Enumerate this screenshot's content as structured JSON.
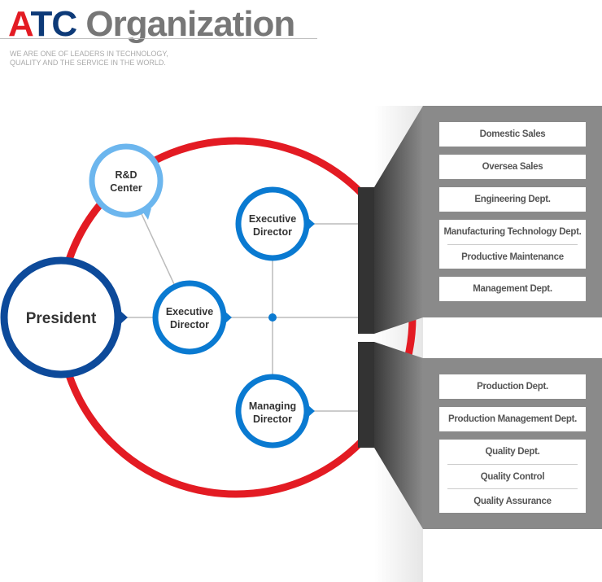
{
  "header": {
    "title_a": "A",
    "title_tc": "TC",
    "title_org": " Organization",
    "subtitle_1": "WE ARE ONE OF LEADERS IN TECHNOLOGY,",
    "subtitle_2": "QUALITY AND THE SERVICE IN THE WORLD."
  },
  "nodes": {
    "president": "President",
    "rd_1": "R&D",
    "rd_2": "Center",
    "exec1_1": "Executive",
    "exec1_2": "Director",
    "exec2_1": "Executive",
    "exec2_2": "Director",
    "md_1": "Managing",
    "md_2": "Director"
  },
  "panel_top": [
    [
      "Domestic Sales"
    ],
    [
      "Oversea Sales"
    ],
    [
      "Engineering Dept."
    ],
    [
      "Manufacturing Technology Dept.",
      "Productive Maintenance"
    ],
    [
      "Management Dept."
    ]
  ],
  "panel_bottom": [
    [
      "Production Dept."
    ],
    [
      "Production Management Dept."
    ],
    [
      "Quality Dept.",
      "Quality Control",
      "Quality Assurance"
    ]
  ],
  "colors": {
    "red": "#e31b23",
    "navy": "#0d4a9a",
    "blue": "#0a7ad1",
    "light_blue": "#6cb6ee",
    "panel": "#8a8a8a"
  }
}
